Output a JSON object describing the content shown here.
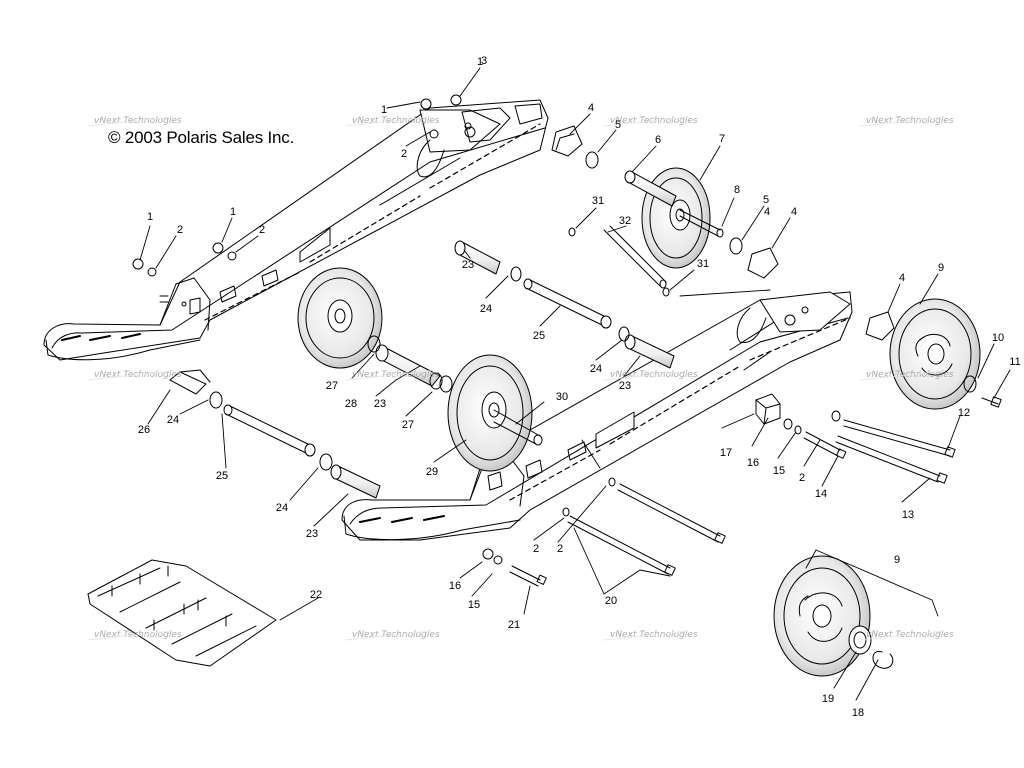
{
  "copyright": "© 2003 Polaris Sales Inc.",
  "watermark_text": "vNext Technologies",
  "callouts": [
    "1",
    "1",
    "1",
    "1",
    "2",
    "2",
    "2",
    "2",
    "2",
    "2",
    "3",
    "4",
    "4",
    "4",
    "4",
    "5",
    "5",
    "6",
    "7",
    "8",
    "9",
    "9",
    "10",
    "11",
    "12",
    "13",
    "14",
    "15",
    "15",
    "16",
    "16",
    "17",
    "18",
    "19",
    "20",
    "21",
    "22",
    "23",
    "23",
    "23",
    "23",
    "24",
    "24",
    "24",
    "24",
    "25",
    "25",
    "26",
    "27",
    "27",
    "28",
    "29",
    "30",
    "31",
    "31",
    "32"
  ],
  "colors": {
    "line": "#000000",
    "background": "#ffffff",
    "watermark": "#9a9a9a"
  }
}
